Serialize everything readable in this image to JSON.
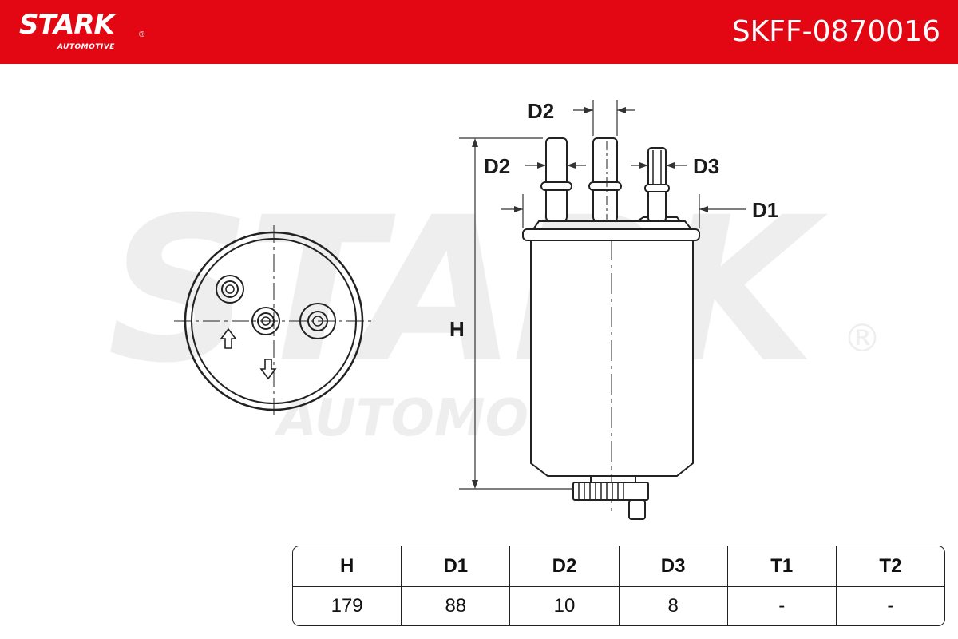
{
  "header": {
    "brand": "STARK",
    "brand_sub": "AUTOMOTIVE",
    "registered_mark": "®",
    "part_number": "SKFF-0870016",
    "color": "#e30613"
  },
  "watermark": {
    "main": "STARK",
    "sub": "AUTOMOTIVE",
    "registered_mark": "®"
  },
  "diagram_labels": {
    "d2_top": "D2",
    "d2_side": "D2",
    "d3": "D3",
    "d1": "D1",
    "h": "H"
  },
  "spec_table": {
    "headers": [
      "H",
      "D1",
      "D2",
      "D3",
      "T1",
      "T2"
    ],
    "values": [
      "179",
      "88",
      "10",
      "8",
      "-",
      "-"
    ]
  }
}
